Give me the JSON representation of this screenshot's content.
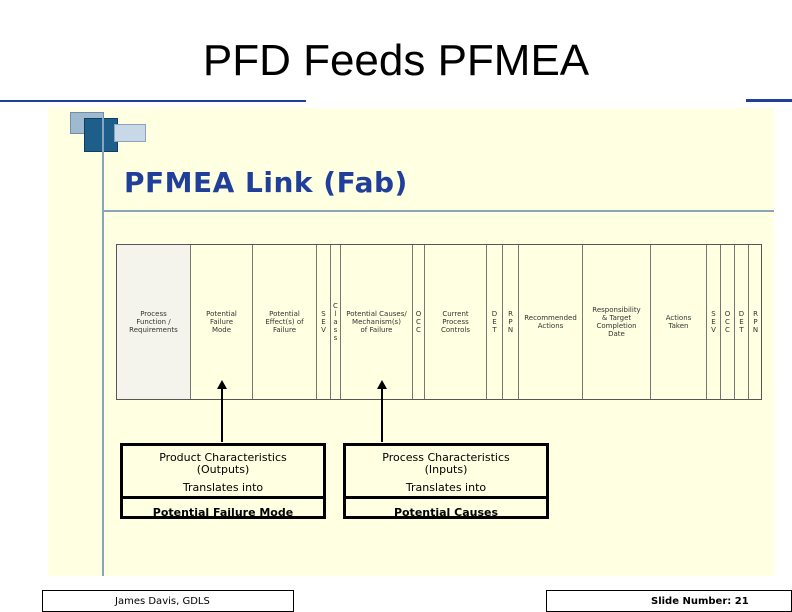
{
  "slide": {
    "title": "PFD Feeds PFMEA"
  },
  "image": {
    "link_title": "PFMEA Link (Fab)",
    "table_columns": [
      "Process\nFunction /\nRequirements",
      "Potential\nFailure\nMode",
      "Potential\nEffect(s) of\nFailure",
      "S\nE\nV",
      "C\nl\na\ns\ns",
      "Potential Causes/\nMechanism(s)\nof Failure",
      "O\nC\nC",
      "Current\nProcess\nControls",
      "D\nE\nT",
      "R\nP\nN",
      "Recommended\nActions",
      "Responsibility\n& Target\nCompletion\nDate",
      "Actions\nTaken",
      "S\nE\nV",
      "O\nC\nC",
      "D\nE\nT",
      "R\nP\nN"
    ],
    "product_box": {
      "heading": "Product Characteristics",
      "subheading": "(Outputs)",
      "translates": "Translates into",
      "result": "Potential Failure Mode"
    },
    "process_box": {
      "heading": "Process Characteristics",
      "subheading": "(Inputs)",
      "translates": "Translates into",
      "result": "Potential Causes"
    }
  },
  "footer": {
    "author": "James Davis, GDLS",
    "slide_number": "Slide Number: 21"
  }
}
